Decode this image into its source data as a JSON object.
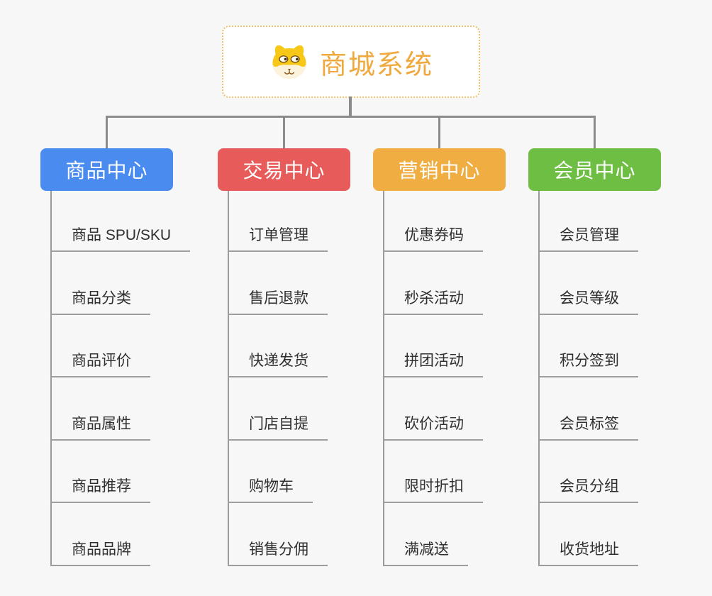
{
  "root": {
    "title": "商城系统",
    "icon": "dog-face-icon"
  },
  "branches": [
    {
      "label": "商品中心",
      "color": "#4a8bf0",
      "items": [
        "商品 SPU/SKU",
        "商品分类",
        "商品评价",
        "商品属性",
        "商品推荐",
        "商品品牌"
      ]
    },
    {
      "label": "交易中心",
      "color": "#e75c5a",
      "items": [
        "订单管理",
        "售后退款",
        "快递发货",
        "门店自提",
        "购物车",
        "销售分佣"
      ]
    },
    {
      "label": "营销中心",
      "color": "#efad42",
      "items": [
        "优惠券码",
        "秒杀活动",
        "拼团活动",
        "砍价活动",
        "限时折扣",
        "满减送"
      ]
    },
    {
      "label": "会员中心",
      "color": "#6fbe44",
      "items": [
        "会员管理",
        "会员等级",
        "积分签到",
        "会员标签",
        "会员分组",
        "收货地址"
      ]
    }
  ],
  "colors": {
    "background": "#f7f7f7",
    "connector_line": "#8b8b8b",
    "leaf_line": "#9e9e9e",
    "leaf_text": "#2f2f2f",
    "root_border": "#f3c06a",
    "root_title": "#f0a93e"
  }
}
